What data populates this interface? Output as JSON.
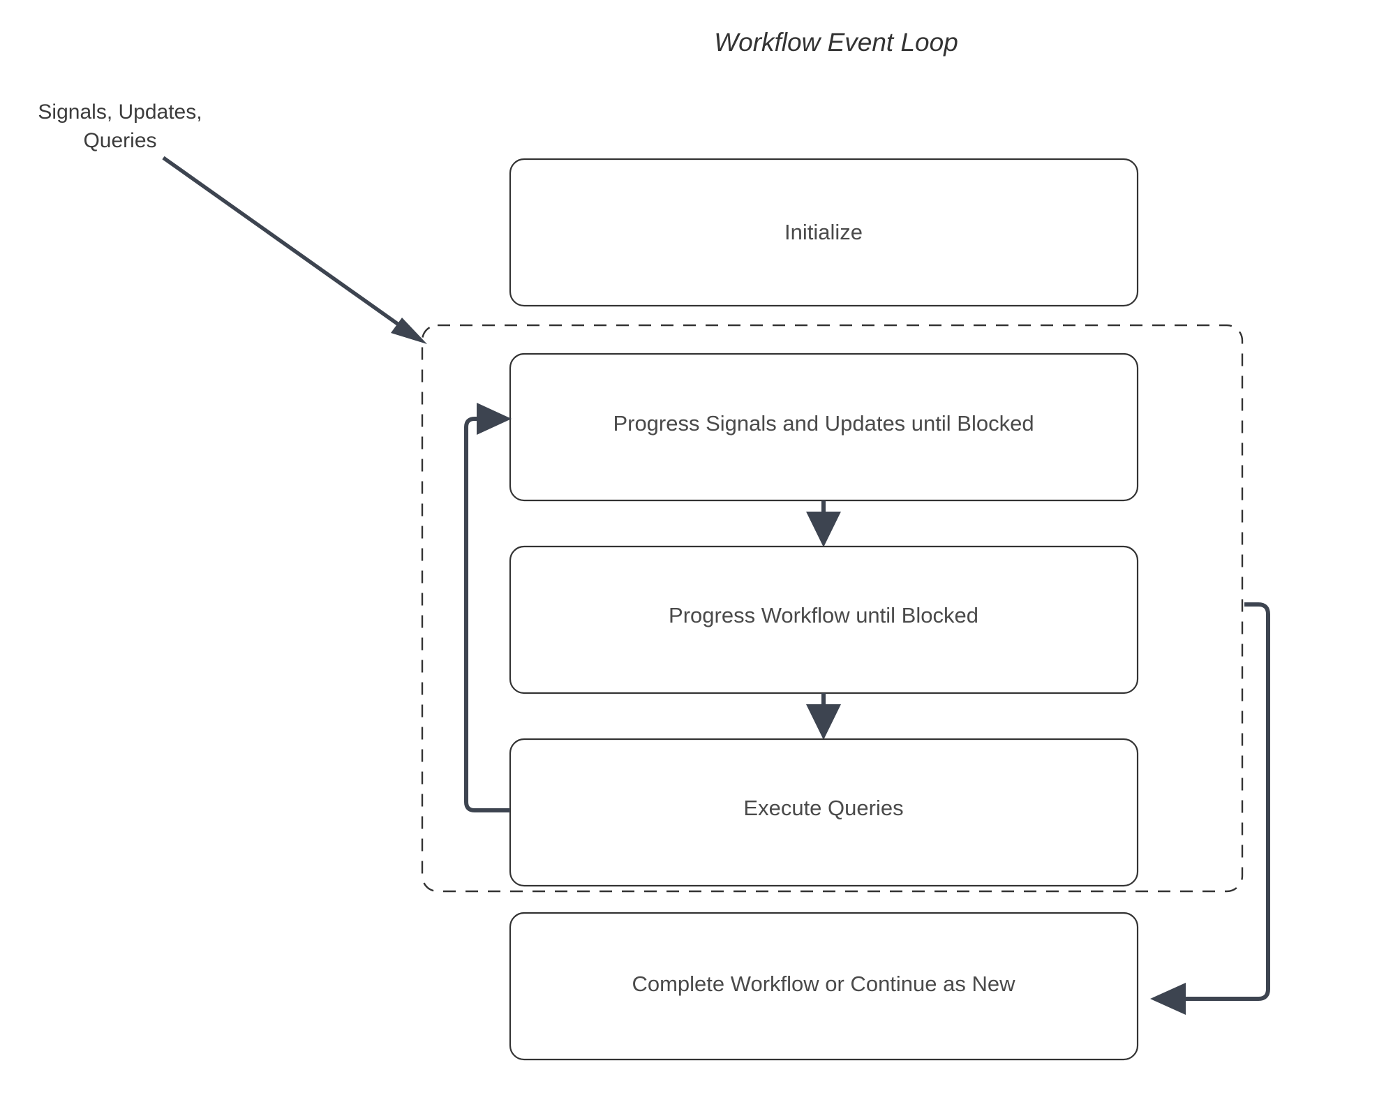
{
  "diagram": {
    "title": "Workflow Event Loop",
    "background_color": "#ffffff",
    "node_border_color": "#333333",
    "node_fill_color": "#ffffff",
    "edge_color": "#3d4450",
    "text_color": "#4a4a4a",
    "group_border_style": "dashed",
    "nodes": [
      {
        "id": "initialize",
        "label": "Initialize"
      },
      {
        "id": "progress-signals",
        "label": "Progress Signals and Updates until Blocked"
      },
      {
        "id": "progress-workflow",
        "label": "Progress Workflow until Blocked"
      },
      {
        "id": "execute-queries",
        "label": "Execute Queries"
      },
      {
        "id": "complete-workflow",
        "label": "Complete Workflow or Continue as New"
      }
    ],
    "edge_labels": {
      "external_input_line1": "Signals, Updates,",
      "external_input_line2": "Queries"
    },
    "edges": [
      {
        "id": "external-input",
        "from": "external",
        "to": "event-loop-group",
        "label": "Signals, Updates, Queries",
        "style": "solid-diagonal"
      },
      {
        "id": "signals-to-workflow",
        "from": "progress-signals",
        "to": "progress-workflow",
        "style": "solid-vertical"
      },
      {
        "id": "workflow-to-queries",
        "from": "progress-workflow",
        "to": "execute-queries",
        "style": "solid-vertical"
      },
      {
        "id": "queries-loop-back",
        "from": "execute-queries",
        "to": "progress-signals",
        "style": "loop-left"
      },
      {
        "id": "loop-to-complete",
        "from": "event-loop-group",
        "to": "complete-workflow",
        "style": "loop-right"
      }
    ]
  }
}
